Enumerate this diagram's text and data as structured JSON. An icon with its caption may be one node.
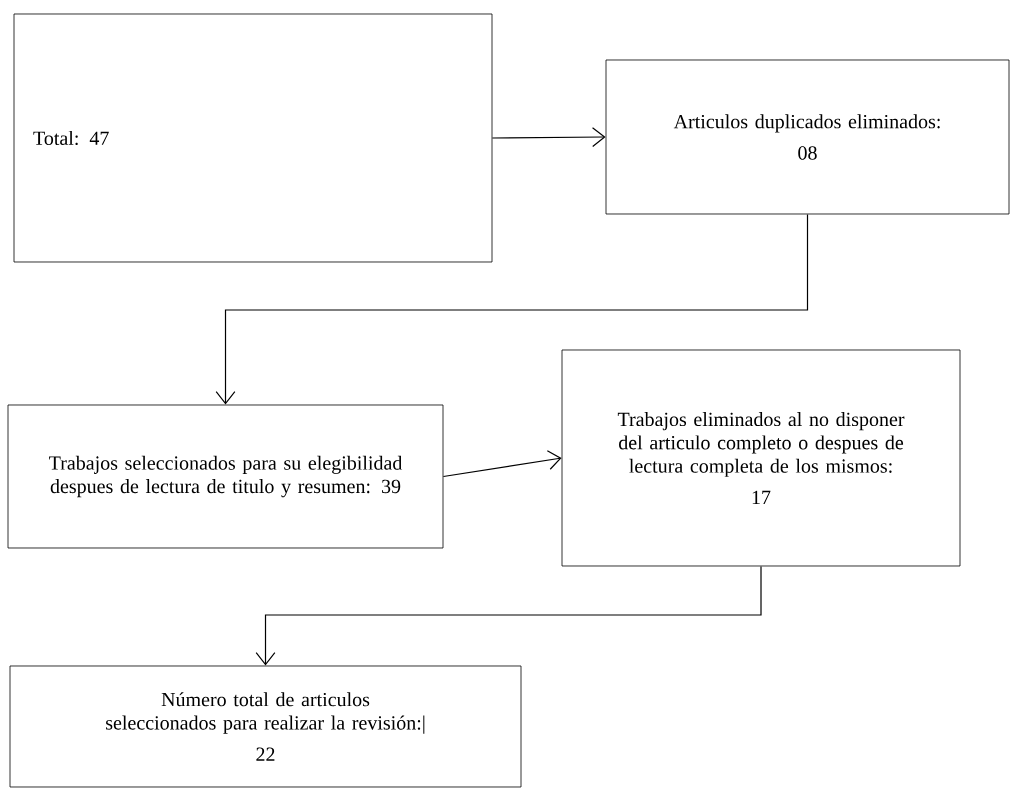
{
  "diagram": {
    "nodes": [
      {
        "text": [
          "Total:  47"
        ]
      },
      {
        "text": [
          "Articulos duplicados  eliminados:",
          "08"
        ]
      },
      {
        "text": [
          "Trabajos  seleccionados para su elegibilidad despues de lectura de titulo y resumen: 39"
        ]
      },
      {
        "text": [
          "Trabajos eliminados  al no disponer del articulo completo o despues de lectura  completa de los mismos:",
          "17"
        ]
      },
      {
        "text": [
          "Número total  de articulos seleccionados para realizar la revisión:|",
          "22"
        ]
      }
    ],
    "edges": [
      {
        "from": 0,
        "to": 1,
        "arrow": "to"
      },
      {
        "from": 1,
        "to": 2,
        "arrow": "to"
      },
      {
        "from": 2,
        "to": 3,
        "arrow": "to"
      },
      {
        "from": 3,
        "to": 4,
        "arrow": "to"
      }
    ]
  }
}
